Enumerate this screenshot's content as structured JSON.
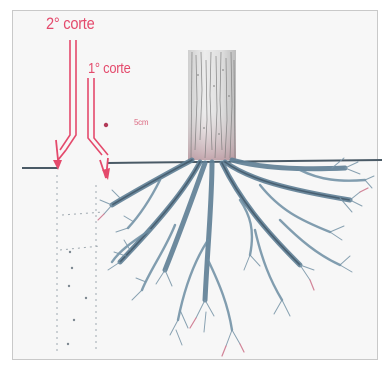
{
  "labels": {
    "cut_second": "2° corte",
    "cut_first": "1° corte",
    "distance": "5cm"
  },
  "colors": {
    "cut_lines": "#e44a6c",
    "roots": "#5f7f95",
    "roots_dark": "#3f5566",
    "root_tips": "#c8657e",
    "trunk": "#d9d9d9",
    "trunk_bark": "#7a7a7a",
    "ground_line": "#4a5a66",
    "guide_dots": "#9fa9b0"
  },
  "icons": {
    "tree": "tree-trunk-with-roots-illustration",
    "arrow": "down-arrow-icon"
  }
}
